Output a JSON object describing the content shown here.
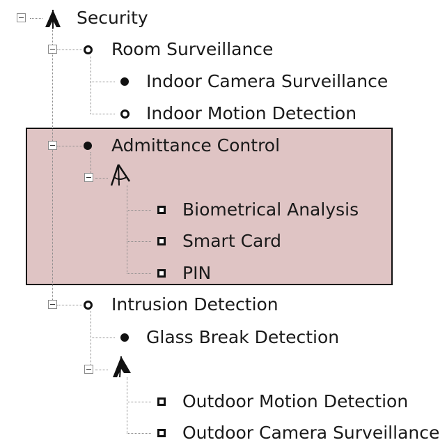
{
  "tree": {
    "root": {
      "label": "Security",
      "icon": "logic-gate-icon"
    },
    "room_surveillance": {
      "label": "Room Surveillance",
      "children": [
        "Indoor Camera Surveillance",
        "Indoor Motion Detection"
      ]
    },
    "admittance_control": {
      "label": "Admittance Control",
      "or_group_icon": "or-gate-icon",
      "children": [
        "Biometrical Analysis",
        "Smart Card",
        "PIN"
      ]
    },
    "intrusion_detection": {
      "label": "Intrusion Detection",
      "children": [
        "Glass Break Detection"
      ],
      "and_group_icon": "and-gate-icon",
      "group_children": [
        "Outdoor Motion Detection",
        "Outdoor Camera Surveillance"
      ]
    }
  },
  "colors": {
    "highlight_background": "#dfc4c4",
    "highlight_border": "#111111",
    "connector": "#8a8a8a"
  }
}
